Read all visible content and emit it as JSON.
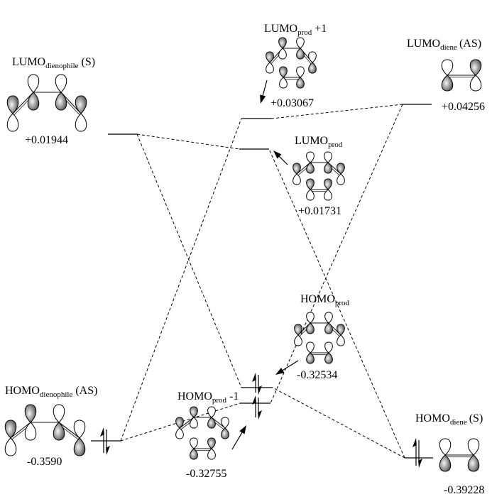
{
  "diagram": {
    "type": "molecular-orbital-correlation-diagram",
    "levels": [
      {
        "id": "lumo_dienophile",
        "label": "LUMO",
        "subscript": "dienophile",
        "suffix": "(S)",
        "energy": "+0.01944",
        "occupied": false,
        "phases": [
          "top",
          "bottom",
          "bottom",
          "top"
        ]
      },
      {
        "id": "lumo_prod_plus1",
        "label": "LUMO",
        "subscript": "prod",
        "suffix": "+1",
        "energy": "+0.03067",
        "occupied": false,
        "phases": [
          "top",
          "top",
          "bottom",
          "bottom",
          "top",
          "bottom"
        ]
      },
      {
        "id": "lumo_diene",
        "label": "LUMO",
        "subscript": "diene",
        "suffix": "(AS)",
        "energy": "+0.04256",
        "occupied": false,
        "phases": [
          "bottom",
          "top"
        ]
      },
      {
        "id": "lumo_prod",
        "label": "LUMO",
        "subscript": "prod",
        "energy": "+0.01731",
        "occupied": false,
        "phases": [
          "top",
          "bottom",
          "bottom",
          "top",
          "top",
          "top"
        ]
      },
      {
        "id": "homo_prod",
        "label": "HOMO",
        "subscript": "prod",
        "energy": "-0.32534",
        "occupied": true,
        "phases": [
          "top",
          "bottom",
          "bottom",
          "top",
          "bottom",
          "bottom"
        ]
      },
      {
        "id": "homo_prod_minus1",
        "label": "HOMO",
        "subscript": "prod",
        "suffix": "-1",
        "energy": "-0.32755",
        "occupied": true,
        "phases": [
          "top",
          "top",
          "bottom",
          "bottom",
          "bottom",
          "top"
        ]
      },
      {
        "id": "homo_dienophile",
        "label": "HOMO",
        "subscript": "dienophile",
        "suffix": "(AS)",
        "energy": "-0.3590",
        "occupied": true,
        "phases": [
          "top",
          "top",
          "bottom",
          "bottom"
        ]
      },
      {
        "id": "homo_diene",
        "label": "HOMO",
        "subscript": "diene",
        "suffix": "(S)",
        "energy": "-0.39228",
        "occupied": true,
        "phases": [
          "bottom",
          "bottom"
        ]
      }
    ],
    "correlations": [
      {
        "from": "lumo_dienophile",
        "to": "lumo_prod"
      },
      {
        "from": "lumo_dienophile",
        "to": "homo_prod"
      },
      {
        "from": "homo_dienophile",
        "to": "lumo_prod_plus1"
      },
      {
        "from": "homo_dienophile",
        "to": "homo_prod_minus1"
      },
      {
        "from": "lumo_diene",
        "to": "lumo_prod_plus1"
      },
      {
        "from": "lumo_diene",
        "to": "homo_prod_minus1"
      },
      {
        "from": "homo_diene",
        "to": "lumo_prod"
      },
      {
        "from": "homo_diene",
        "to": "homo_prod"
      }
    ],
    "colors": {
      "line": "#000000",
      "lobe_shade_light": "#f4f4f4",
      "lobe_shade_mid": "#9a9a9a",
      "lobe_shade_dark": "#3a3a3a",
      "lobe_empty": "#ffffff",
      "background": "#ffffff"
    }
  }
}
